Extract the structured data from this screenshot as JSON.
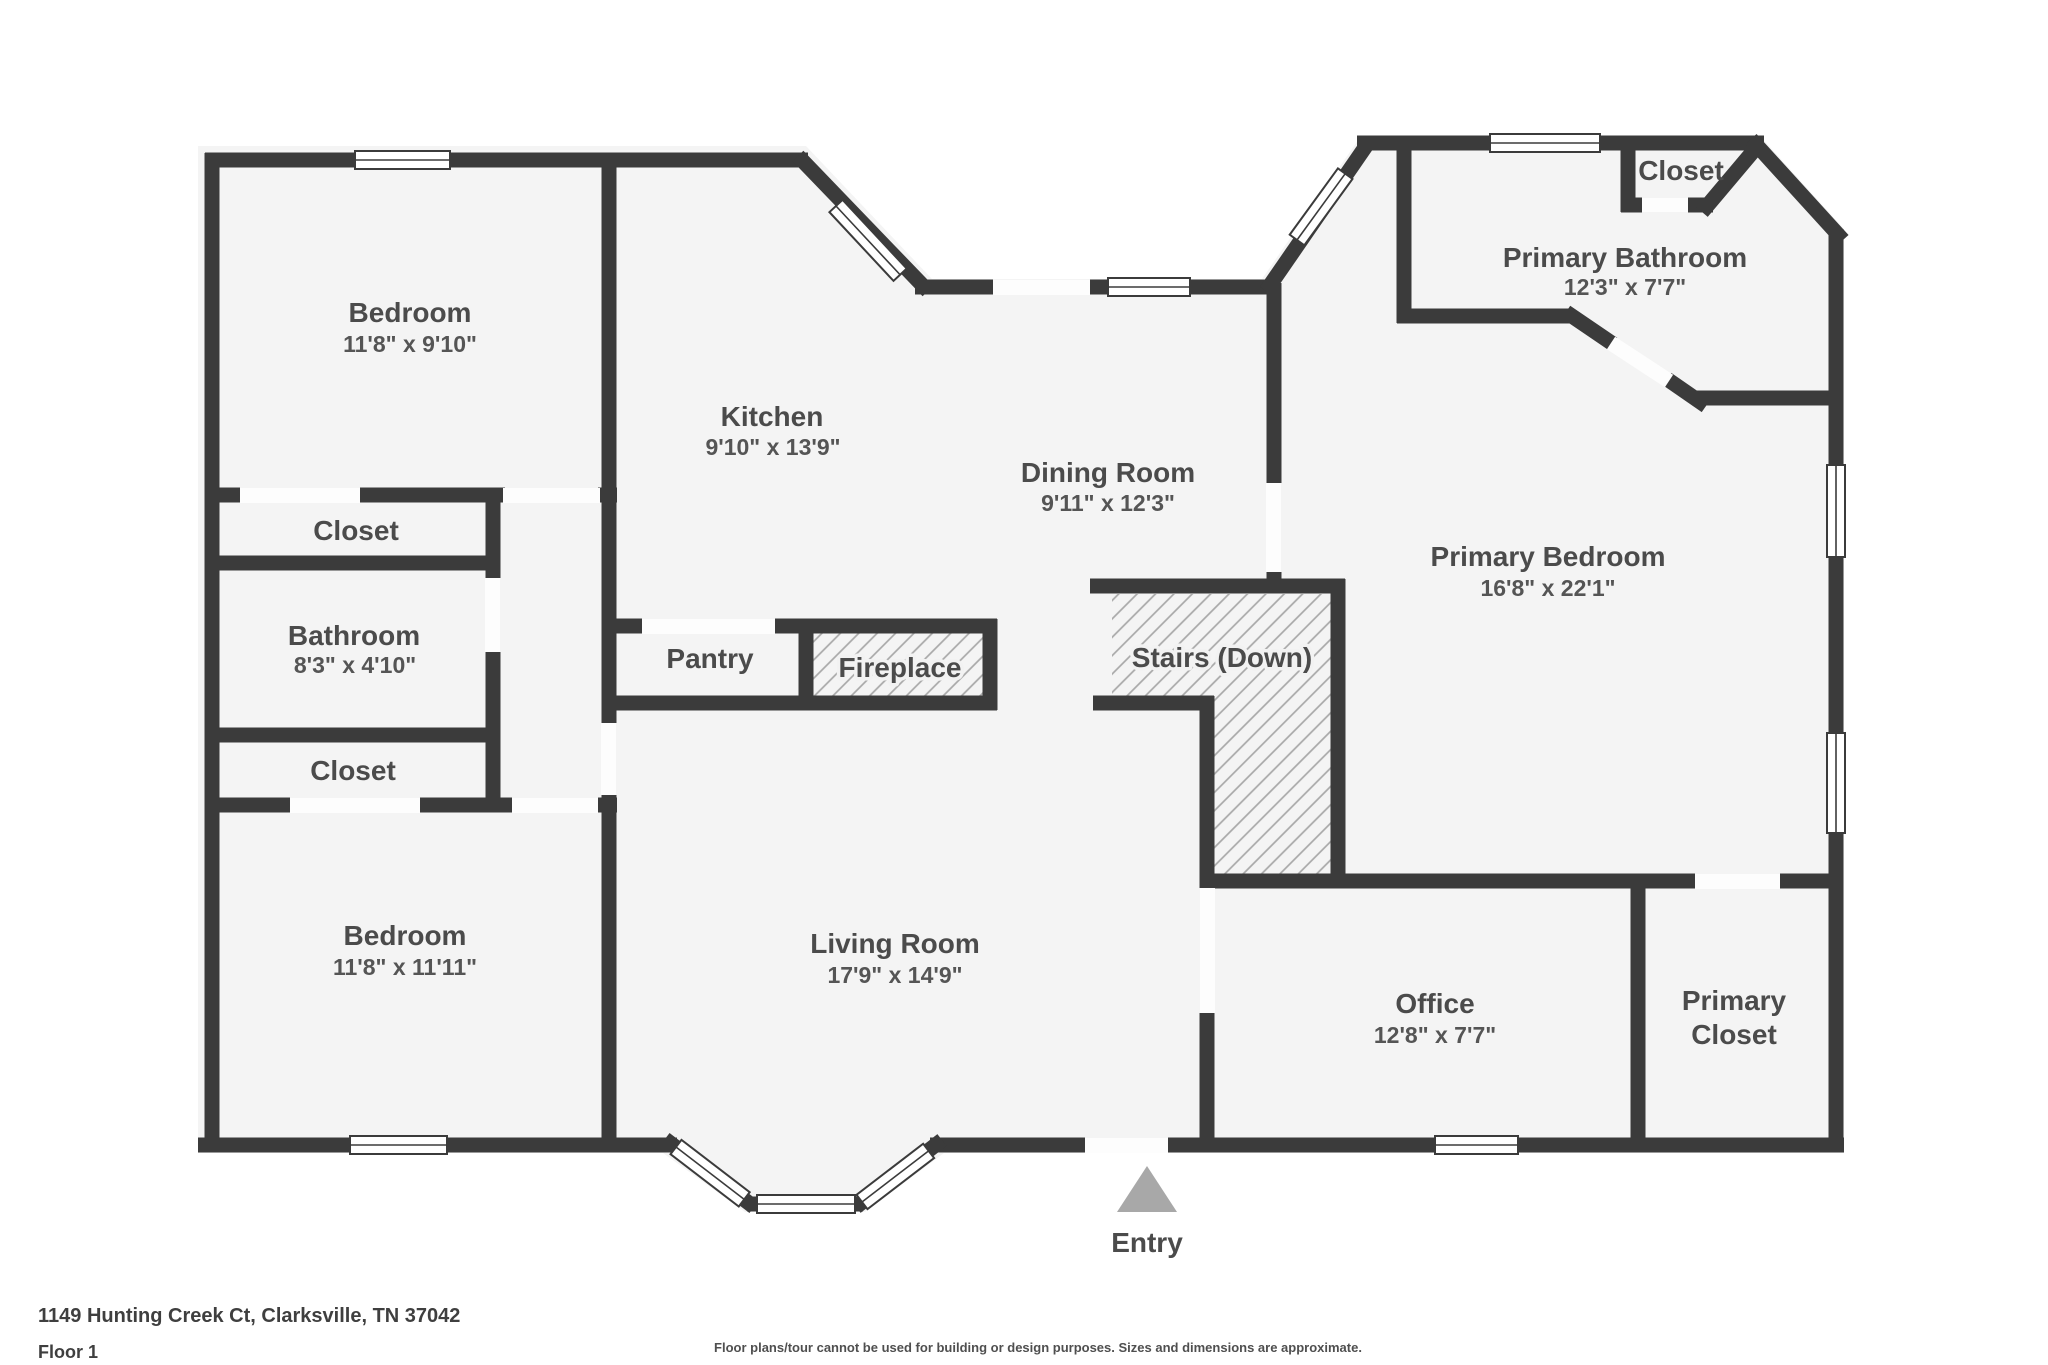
{
  "address": "1149 Hunting Creek Ct, Clarksville, TN 37042",
  "floor_label": "Floor 1",
  "disclaimer": "Floor plans/tour cannot be used for building or design purposes. Sizes and dimensions are approximate.",
  "colors": {
    "wall": "#3b3b3b",
    "floor": "#f4f4f4",
    "hatch": "#a8a8a8",
    "label_text": "#4b4b4b",
    "entry_arrow": "#a8a8a8",
    "background": "#ffffff"
  },
  "rooms": {
    "bedroom_top": {
      "name": "Bedroom",
      "dims": "11'8\" x 9'10\""
    },
    "closet_upper": {
      "name": "Closet"
    },
    "bathroom": {
      "name": "Bathroom",
      "dims": "8'3\" x 4'10\""
    },
    "closet_lower": {
      "name": "Closet"
    },
    "bedroom_bottom": {
      "name": "Bedroom",
      "dims": "11'8\" x 11'11\""
    },
    "kitchen": {
      "name": "Kitchen",
      "dims": "9'10\" x 13'9\""
    },
    "pantry": {
      "name": "Pantry"
    },
    "fireplace": {
      "name": "Fireplace"
    },
    "dining": {
      "name": "Dining Room",
      "dims": "9'11\" x 12'3\""
    },
    "stairs": {
      "name": "Stairs (Down)"
    },
    "living": {
      "name": "Living Room",
      "dims": "17'9\" x 14'9\""
    },
    "office": {
      "name": "Office",
      "dims": "12'8\" x 7'7\""
    },
    "primary_closet": {
      "name": "Primary Closet",
      "line1": "Primary",
      "line2": "Closet"
    },
    "primary_bedroom": {
      "name": "Primary Bedroom",
      "dims": "16'8\" x 22'1\""
    },
    "primary_bathroom": {
      "name": "Primary Bathroom",
      "dims": "12'3\" x 7'7\""
    },
    "closet_top_right": {
      "name": "Closet"
    },
    "entry": {
      "name": "Entry"
    }
  }
}
